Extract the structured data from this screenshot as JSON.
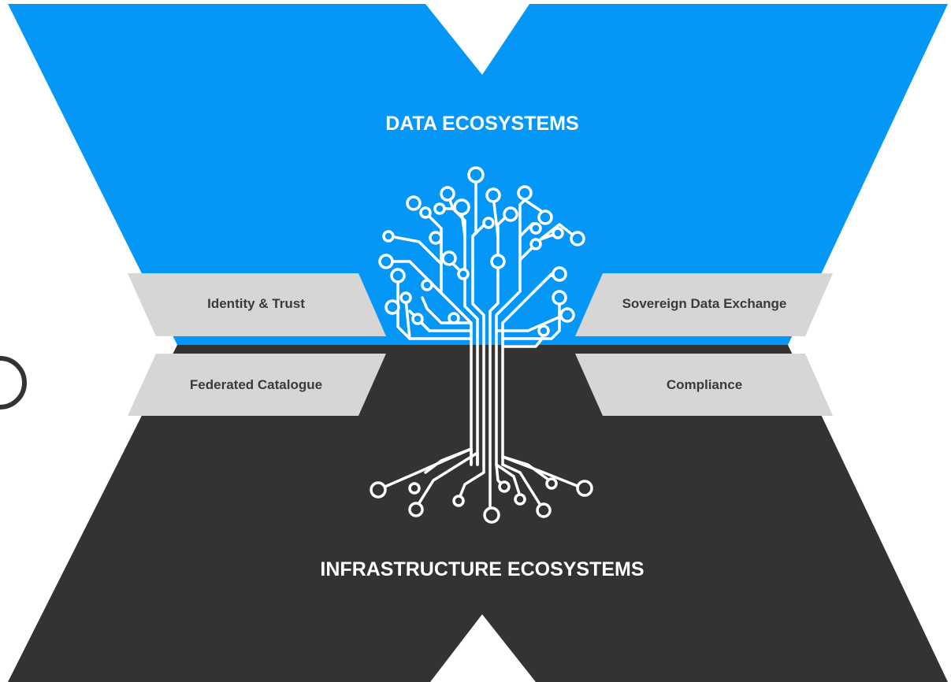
{
  "diagram": {
    "top_title": "DATA ECOSYSTEMS",
    "bottom_title": "INFRASTRUCTURE ECOSYSTEMS",
    "pillars": {
      "identity_trust": "Identity & Trust",
      "federated_catalogue": "Federated Catalogue",
      "sovereign_data_exchange": "Sovereign Data Exchange",
      "compliance": "Compliance"
    },
    "colors": {
      "data_blue": "#0497f8",
      "infra_dark": "#333333",
      "tab_gray": "#d6d6d6",
      "tab_text": "#3a3a3a",
      "tree_white": "#ffffff"
    },
    "icon": "circuit-tree-icon"
  }
}
